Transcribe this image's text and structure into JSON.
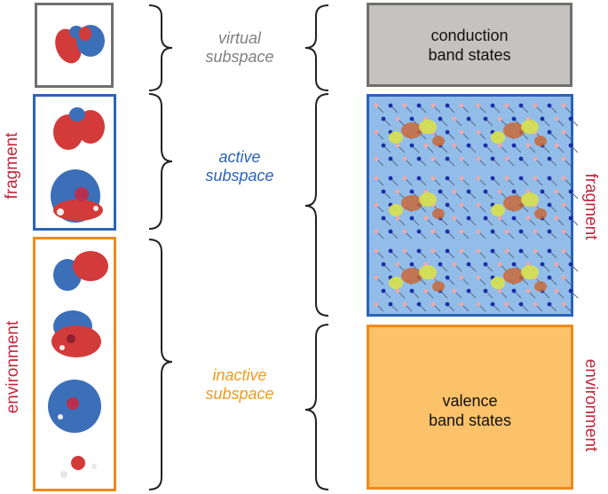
{
  "left_labels": {
    "fragment": "fragment",
    "environment": "environment"
  },
  "right_labels": {
    "fragment": "fragment",
    "environment": "environment"
  },
  "subspaces": {
    "virtual": {
      "line1": "virtual",
      "line2": "subspace",
      "color": "#7f7f7f"
    },
    "active": {
      "line1": "active",
      "line2": "subspace",
      "color": "#2b63b8"
    },
    "inactive": {
      "line1": "inactive",
      "line2": "subspace",
      "color": "#f39a1e"
    }
  },
  "boxes": {
    "conduction": {
      "line1": "conduction",
      "line2": "band states",
      "fill": "#c4c3bf",
      "border": "#6f6f6f"
    },
    "active_structure": {
      "fill": "#92bde9",
      "border": "#2b63b8"
    },
    "valence": {
      "line1": "valence",
      "line2": "band states",
      "fill": "#fbc26a",
      "border": "#f08a1a"
    }
  },
  "colors": {
    "label_red": "#c0283c",
    "orbital_red": "#d33a3a",
    "orbital_blue": "#3b6fb8"
  }
}
